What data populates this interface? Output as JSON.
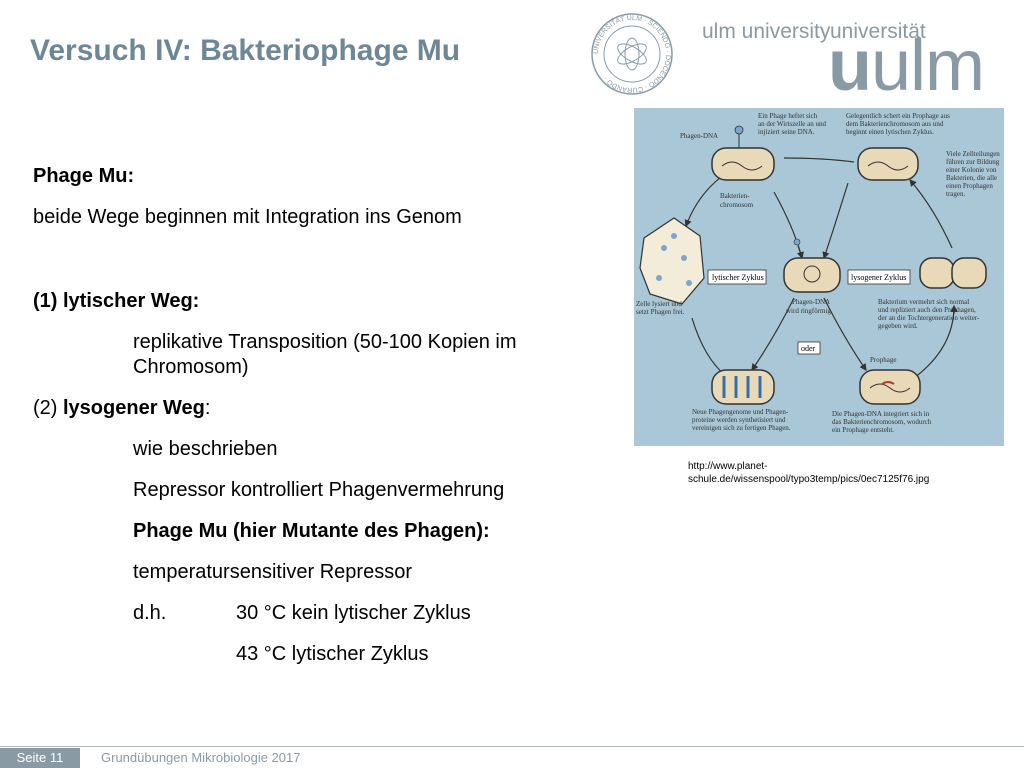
{
  "title": "Versuch IV: Bakteriophage Mu",
  "logo": {
    "seal_text": "UNIVERSITÄT ULM · SCIENDO · DOCENDO · CURANDO ·",
    "en": "ulm university",
    "de": "universität",
    "wordmark_bold": "u",
    "wordmark_rest": "ulm"
  },
  "content": {
    "heading": "Phage Mu:",
    "intro": "beide Wege beginnen mit Integration ins Genom",
    "lytic_label": "(1) lytischer Weg:",
    "lytic_desc_1": "replikative Transposition (50-100 Kopien im",
    "lytic_desc_2": "Chromosom)",
    "lyso_number": "(2) ",
    "lyso_label": "lysogener Weg",
    "lyso_colon": ":",
    "lyso_desc": "wie beschrieben",
    "repressor": "Repressor kontrolliert Phagenvermehrung",
    "mutant": "Phage Mu (hier Mutante des Phagen):",
    "temp_sensitive": "temperatursensitiver Repressor",
    "dh": "d.h.",
    "t30": "30 °C kein lytischer Zyklus",
    "t43": "43 °C lytischer Zyklus"
  },
  "figure": {
    "lytic_box": "lytischer Zyklus",
    "lyso_box": "lysogener Zyklus",
    "oder": "oder",
    "phagen_dna": "Phagen-DNA",
    "bakterien": "Bakterien-",
    "chromosom": "chromosom",
    "ringfoermig_1": "Phagen-DNA",
    "ringfoermig_2": "wird ringförmig",
    "prophage": "Prophage",
    "note_top_1": "Ein Phage heftet sich",
    "note_top_2": "an der Wirtszelle an und",
    "note_top_3": "injiziert seine DNA.",
    "note_tr_1": "Gelegentlich schert ein Prophage aus",
    "note_tr_2": "dem Bakterienchromosom aus und",
    "note_tr_3": "beginnt einen lytischen Zyklus.",
    "note_r_1": "Viele Zellteilungen",
    "note_r_2": "führen zur Bildung",
    "note_r_3": "einer Kolonie von",
    "note_r_4": "Bakterien, die alle",
    "note_r_5": "einen Prophagen",
    "note_r_6": "tragen.",
    "note_l_1": "Zelle lysiert und",
    "note_l_2": "setzt Phagen frei.",
    "note_mr_1": "Bakterium vermehrt sich normal",
    "note_mr_2": "und repliziert auch den Prophagen,",
    "note_mr_3": "der an die Tochtergeneration weiter-",
    "note_mr_4": "gegeben wird.",
    "note_bl_1": "Neue Phagengenome und Phagen-",
    "note_bl_2": "proteine werden synthetisiert und",
    "note_bl_3": "vereinigen sich zu fertigen Phagen.",
    "note_br_1": "Die Phagen-DNA integriert sich in",
    "note_br_2": "das Bakterienchromosom, wodurch",
    "note_br_3": "ein Prophage entsteht."
  },
  "caption_1": "http://www.planet-",
  "caption_2": "schule.de/wissenspool/typo3temp/pics/0ec7125f76.jpg",
  "footer": {
    "page": "Seite 11",
    "course": "Grundübungen Mikrobiologie 2017"
  },
  "colors": {
    "accent": "#6d8796",
    "logo_gray": "#8a9aa4",
    "figure_bg": "#a9c7d6"
  }
}
